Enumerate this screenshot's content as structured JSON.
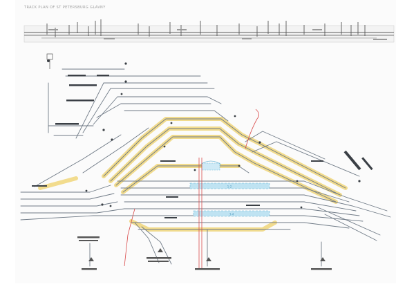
{
  "page": {
    "title": "TRACK PLAN OF ST PETERSBURG GLAVNY",
    "background": "#fbfbfb"
  },
  "colors": {
    "track": "#6f7a86",
    "highlight": "#f0d67a",
    "signal": "#3a3f45",
    "red_route": "#d94a4a",
    "platform": "#bfe3f2",
    "platform_edge": "#6bb6d6"
  },
  "diagram": {
    "kind": "railway-station-track-layout",
    "platform_labels": [
      "1-2",
      "3-4"
    ]
  }
}
